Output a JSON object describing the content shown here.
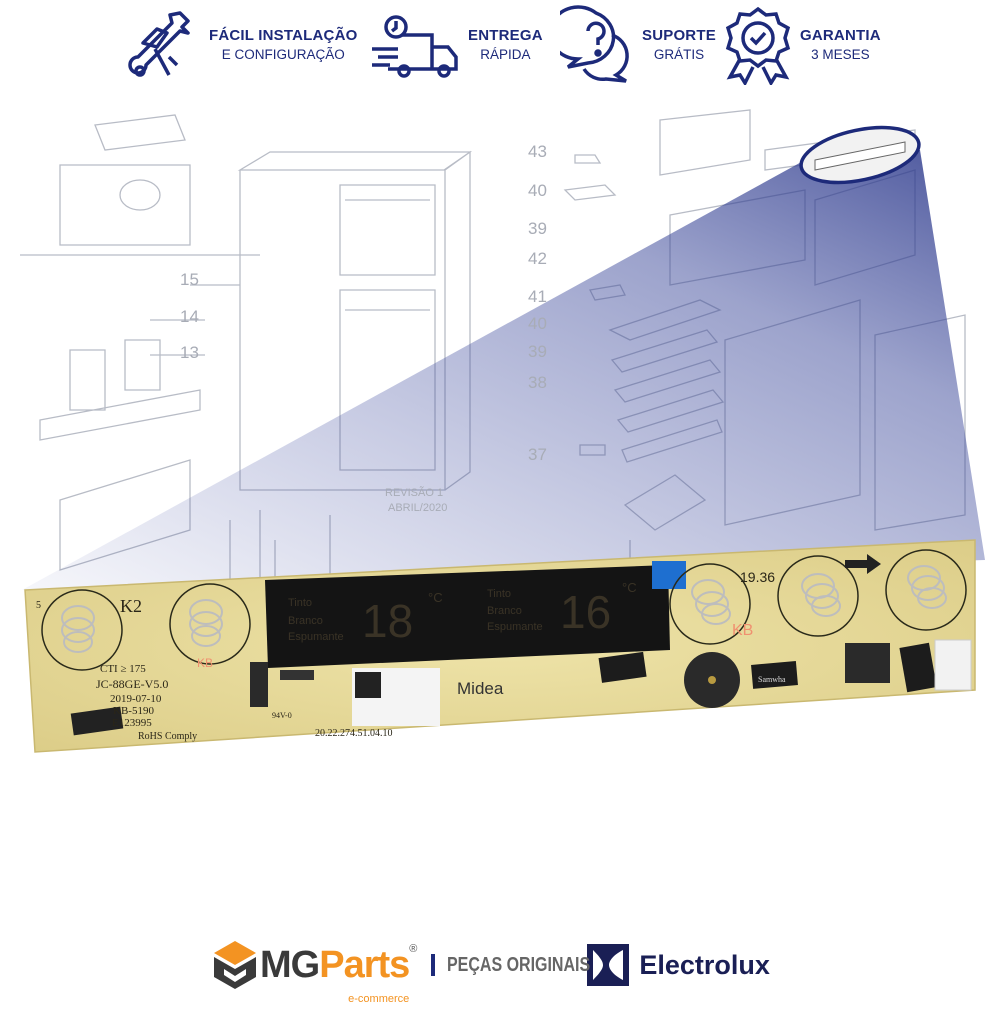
{
  "badges": [
    {
      "icon": "wrench-hand-icon",
      "line1": "FÁCIL INSTALAÇÃO",
      "line2": "E CONFIGURAÇÃO"
    },
    {
      "icon": "delivery-truck-icon",
      "line1": "ENTREGA",
      "line2": "RÁPIDA"
    },
    {
      "icon": "question-chat-icon",
      "line1": "SUPORTE",
      "line2": "GRÁTIS"
    },
    {
      "icon": "warranty-seal-icon",
      "line1": "GARANTIA",
      "line2": "3 MESES"
    }
  ],
  "diagram": {
    "part_numbers": [
      "15",
      "14",
      "13",
      "43",
      "40",
      "39",
      "42",
      "41",
      "40",
      "39",
      "38",
      "37"
    ],
    "revision": "REVISÃO 1",
    "date": "ABRIL/2020"
  },
  "board": {
    "display_labels": [
      "Tinto",
      "Branco",
      "Espumante"
    ],
    "display_left": "18",
    "display_right": "16",
    "unit": "°C",
    "marks": {
      "k2": "K2",
      "kb": "KB",
      "kb2": "KB",
      "number_5": "5",
      "code_top": "19.36"
    },
    "silk_left": [
      "CTI ≥ 175",
      "JC-88GE-V5.0",
      "2019-07-10",
      "KB-5190",
      "E123995",
      "RoHS Comply"
    ],
    "ul": "94V-0",
    "part_code": "20.22.274.51.04.10",
    "brand": "Midea",
    "capacitor_brand": "Samwha"
  },
  "footer": {
    "mg_a": "MG",
    "mg_b": "Parts",
    "reg": "®",
    "ecommerce": "e-commerce",
    "tagline": "PEÇAS ORIGINAIS",
    "brand": "Electrolux"
  },
  "colors": {
    "navy": "#1d2a7a",
    "orange": "#f39322",
    "pcb": "#e8dc9e"
  }
}
